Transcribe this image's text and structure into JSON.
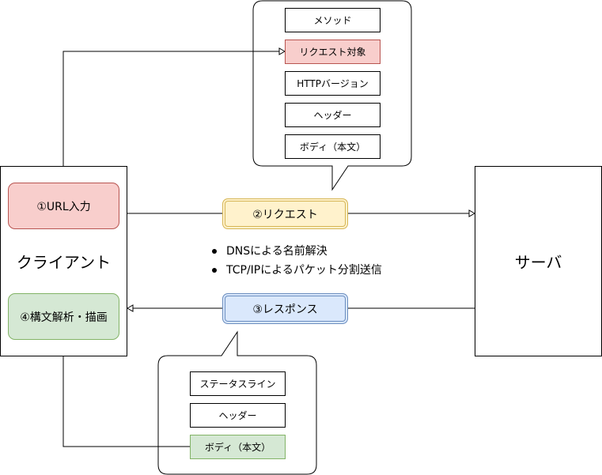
{
  "client": {
    "label": "クライアント",
    "url_input": "①URL入力",
    "render": "④構文解析・描画"
  },
  "server": {
    "label": "サーバ"
  },
  "request": {
    "label": "②リクエスト",
    "fields": [
      "メソッド",
      "リクエスト対象",
      "HTTPバージョン",
      "ヘッダー",
      "ボディ（本文）"
    ]
  },
  "response": {
    "label": "③レスポンス",
    "fields": [
      "ステータスライン",
      "ヘッダー",
      "ボディ（本文）"
    ]
  },
  "notes": [
    "DNSによる名前解決",
    "TCP/IPによるパケット分割送信"
  ],
  "colors": {
    "red_fill": "#f8cecc",
    "red_stroke": "#b85450",
    "green_fill": "#d5e8d4",
    "green_stroke": "#82b366",
    "yellow_fill": "#fff2cc",
    "yellow_stroke": "#d6b656",
    "blue_fill": "#dae8fc",
    "blue_stroke": "#6c8ebf"
  }
}
